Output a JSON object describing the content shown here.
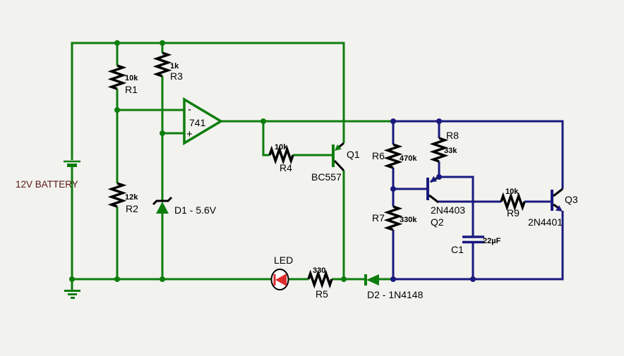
{
  "diagram": {
    "type": "circuit-schematic",
    "battery": {
      "label": "12V BATTERY"
    },
    "opamp": {
      "name": "741",
      "inverting_input": "-",
      "noninverting_input": "+"
    },
    "components": {
      "r1": {
        "name": "R1",
        "value": "10k"
      },
      "r2": {
        "name": "R2",
        "value": "12k"
      },
      "r3": {
        "name": "R3",
        "value": "1k"
      },
      "r4": {
        "name": "R4",
        "value": "10k"
      },
      "r5": {
        "name": "R5",
        "value": "330"
      },
      "r6": {
        "name": "R6",
        "value": "470k"
      },
      "r7": {
        "name": "R7",
        "value": "330k"
      },
      "r8": {
        "name": "R8",
        "value": "33k"
      },
      "r9": {
        "name": "R9",
        "value": "10k"
      },
      "q1": {
        "name": "Q1",
        "part": "BC557"
      },
      "q2": {
        "name": "Q2",
        "part": "2N4403"
      },
      "q3": {
        "name": "Q3",
        "part": "2N4401"
      },
      "d1": {
        "label": "D1 - 5.6V"
      },
      "d2": {
        "label": "D2 - 1N4148"
      },
      "led": {
        "label": "LED"
      },
      "c1": {
        "name": "C1",
        "value": "22µF"
      }
    },
    "colors": {
      "wire_green": "#0d7d0d",
      "wire_blue": "#19197f",
      "component_black": "#000000",
      "led_red": "#dd2b2b",
      "battery_text": "#5a1616",
      "background": "#f2f2ee"
    }
  }
}
